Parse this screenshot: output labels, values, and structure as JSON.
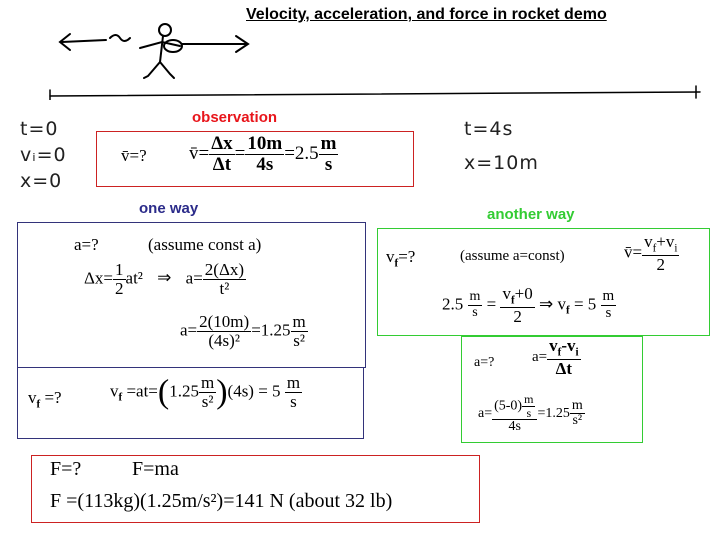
{
  "title": "Velocity, acceleration, and force in rocket demo",
  "given": {
    "left": [
      "t=0",
      "vᵢ=0",
      "x=0"
    ],
    "right": [
      "t=4s",
      "x=10m"
    ]
  },
  "observation": {
    "heading": "observation",
    "q": "v̄=?",
    "v_lhs": "v̄=",
    "dx": "Δx",
    "dt": "Δt",
    "eq": "=",
    "n1": "10m",
    "d1": "4s",
    "res": "=2.5",
    "un": "m",
    "ud": "s"
  },
  "one_way": {
    "heading": "one way",
    "a_q": "a=?",
    "assume": "(assume const a)",
    "dx_eq": "Δx=",
    "half_n": "1",
    "half_d": "2",
    "at2": "at²",
    "implies": "⇒",
    "a_eq": "a=",
    "frac_n": "2(Δx)",
    "frac_d": "t²",
    "a_eq2": "a=",
    "frac2_n": "2(10m)",
    "frac2_d": "(4s)²",
    "res": "=1.25",
    "un": "m",
    "ud": "s²"
  },
  "vf_box": {
    "q": "v",
    "q_sub": "f",
    "q_tail": " =?",
    "lhs": "v",
    "lhs_sub": "f",
    "eq": " =at=",
    "coef": "1.25",
    "un": "m",
    "ud": "s²",
    "tail": "(4s) = 5",
    "un2": "m",
    "ud2": "s"
  },
  "another_way": {
    "heading": "another way",
    "q": "v",
    "q_sub": "f",
    "q_tail": "=?",
    "assume": "(assume a=const)",
    "vbar": "v̄=",
    "fn": "v",
    "fn_sub1": "f",
    "fn_mid": "+v",
    "fn_sub2": "i",
    "fd": "2",
    "l2_a": "2.5",
    "l2_un": "m",
    "l2_ud": "s",
    "l2_eq": "=",
    "l2_fn": "v",
    "l2_fn_sub": "f",
    "l2_fn_tail": "+0",
    "l2_fd": "2",
    "l2_imp": "⇒ v",
    "l2_sub": "f",
    "l2_res": " = 5",
    "l2_un2": "m",
    "l2_ud2": "s"
  },
  "accel_box": {
    "q": "a=?",
    "a_eq": "a=",
    "fn": "v",
    "fn_sub1": "f",
    "fn_mid": "-v",
    "fn_sub2": "i",
    "fd": "Δt",
    "a_eq2": "a=",
    "n_top": "(5-0)",
    "n_un": "m",
    "n_ud": "s",
    "d": "4s",
    "res": "=1.25",
    "un": "m",
    "ud": "s²"
  },
  "force": {
    "q": "F=?",
    "law": "F=ma",
    "line2": "F =(113kg)(1.25m/s²)=141 N (about 32 lb)"
  },
  "colors": {
    "observation": "#e8151b",
    "one_way": "#2b2b8a",
    "another_way": "#33cc33",
    "box_red": "#cc2222",
    "box_blue": "#33337a",
    "box_green": "#33cc33"
  }
}
